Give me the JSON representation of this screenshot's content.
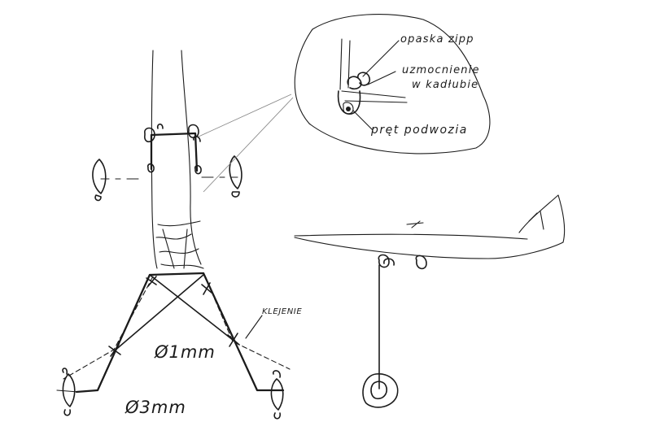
{
  "annotations": {
    "zip_tie": "opaska zipp",
    "reinforcement_line1": "uzmocnienie",
    "reinforcement_line2": "w kadłubie",
    "gear_rod": "pręt podwozia",
    "gluing": "KLEJENIE",
    "rod_thin": "Ø1mm",
    "rod_thick": "Ø3mm"
  },
  "colors": {
    "ink": "#1b1b1b",
    "paper": "#ffffff"
  }
}
